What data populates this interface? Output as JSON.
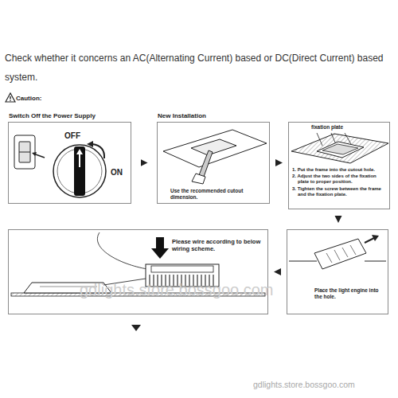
{
  "diagram": {
    "title": "Check whether it concerns an AC(Alternating Current) based or DC(Direct Current) based system.",
    "nodes": [
      {
        "text": [
          "Switch Off the Power Supply",
          "OFF",
          "ON"
        ]
      },
      {
        "text": [
          "New Installation",
          "Use the recommended cutout dimension."
        ]
      },
      {
        "text": [
          "fixation plate",
          "1. Put the frame into the cutout hole.",
          "2. Adjust the two sides of the fixation plate to proper position.",
          "3. Tighten the screw between the frame and the fixation plate."
        ]
      },
      {
        "text": [
          "Place the light engine into the hole."
        ]
      },
      {
        "text": [
          "Please wire according to below wiring scheme."
        ]
      }
    ],
    "edges": [
      {
        "from": 0,
        "to": 1,
        "arrow": "to"
      },
      {
        "from": 1,
        "to": 2,
        "arrow": "to"
      },
      {
        "from": 2,
        "to": 3,
        "arrow": "to"
      },
      {
        "from": 3,
        "to": 4,
        "arrow": "to"
      }
    ],
    "labels": [
      "Caution:",
      "gdlights.store.bossgoo.com",
      "gdlights.store.bossgoo.com"
    ]
  }
}
